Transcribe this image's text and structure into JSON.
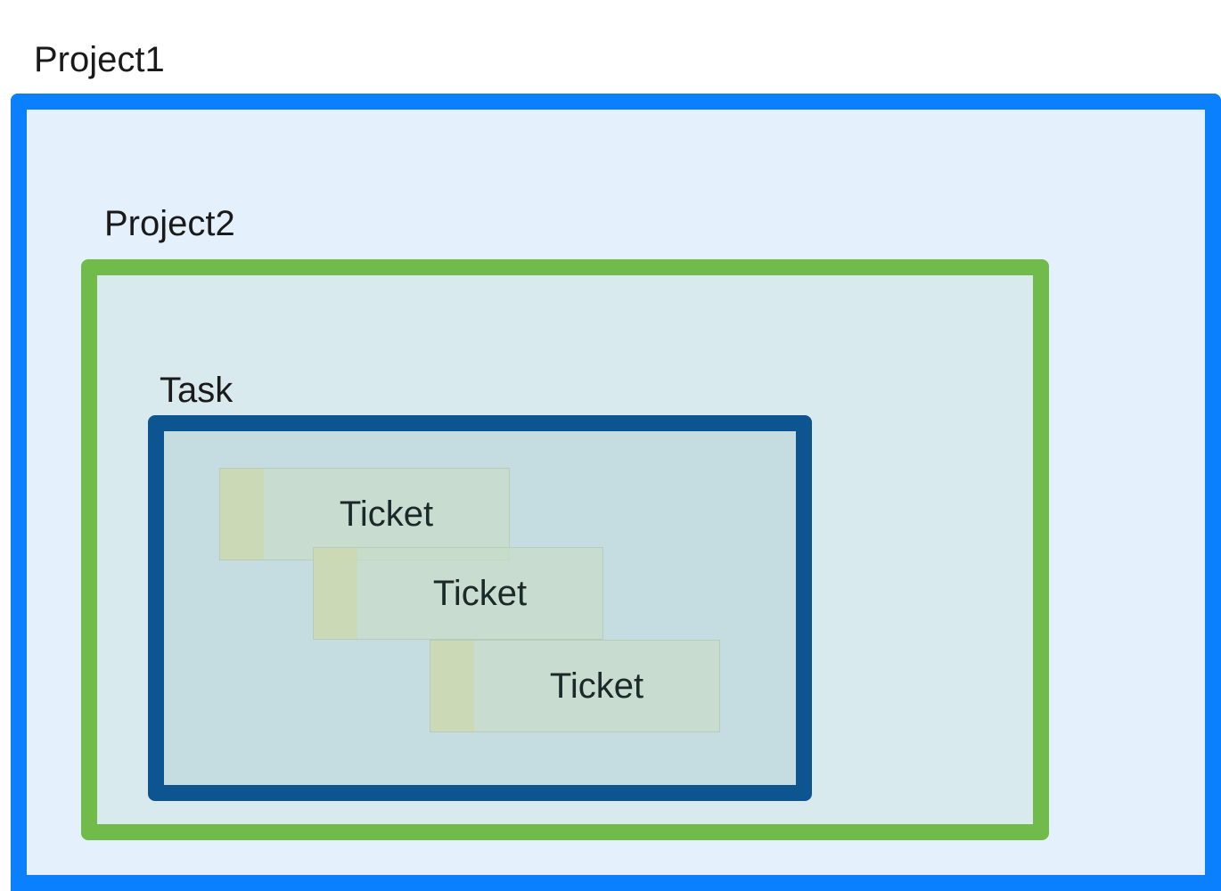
{
  "diagram": {
    "project1": {
      "label": "Project1",
      "border_color": "#0a80ff",
      "fill_color": "#e4f0fc"
    },
    "project2": {
      "label": "Project2",
      "border_color": "#70bb4a",
      "fill_color": "#d9eaee"
    },
    "task": {
      "label": "Task",
      "border_color": "#0d5591",
      "fill_color": "#c5dce1"
    },
    "tickets": [
      {
        "label": "Ticket"
      },
      {
        "label": "Ticket"
      },
      {
        "label": "Ticket"
      }
    ]
  }
}
